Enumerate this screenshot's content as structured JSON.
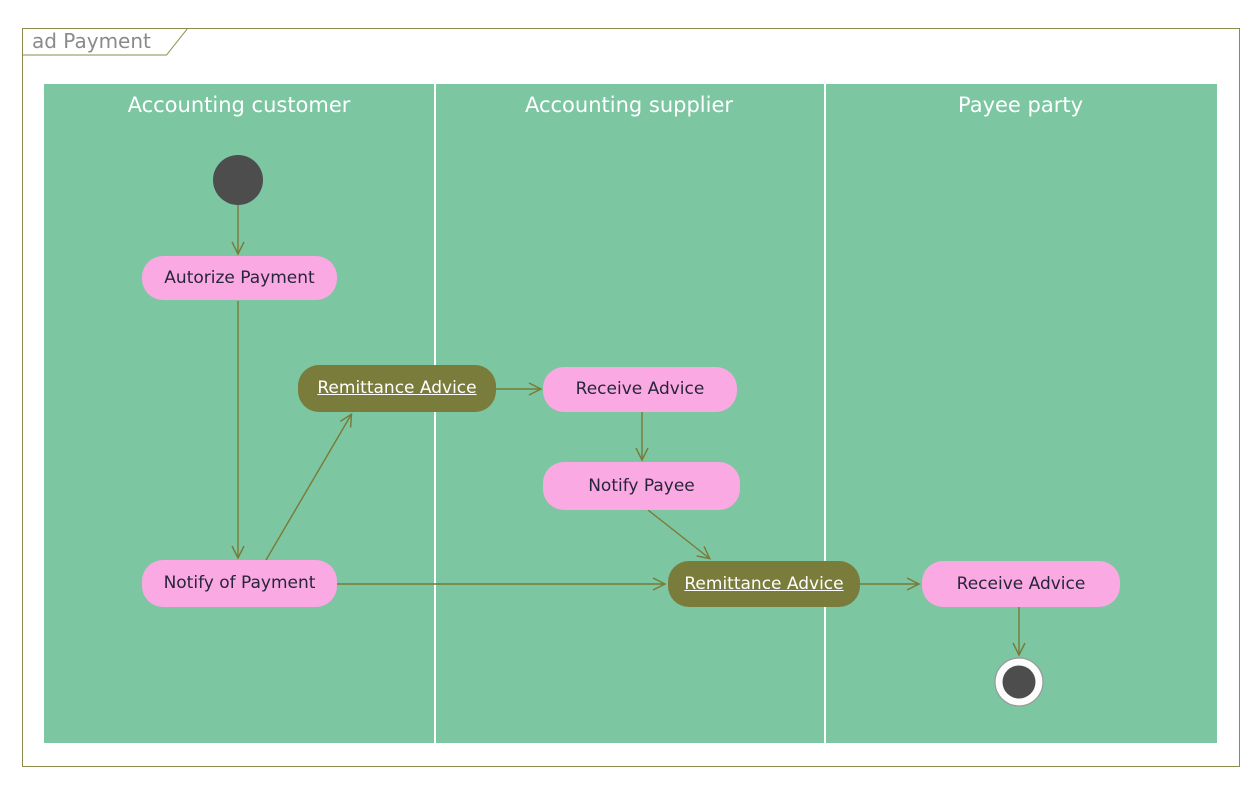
{
  "frame": {
    "title": "ad Payment"
  },
  "lanes": [
    {
      "label": "Accounting customer"
    },
    {
      "label": "Accounting supplier"
    },
    {
      "label": "Payee party"
    }
  ],
  "nodes": {
    "initial": {
      "type": "initial-node"
    },
    "autorize_payment": {
      "label": "Autorize Payment",
      "type": "action"
    },
    "remittance_advice_1": {
      "label": "Remittance Advice",
      "type": "object"
    },
    "receive_advice_supplier": {
      "label": "Receive Advice",
      "type": "action"
    },
    "notify_payee": {
      "label": "Notify Payee",
      "type": "action"
    },
    "notify_of_payment": {
      "label": "Notify of Payment",
      "type": "action"
    },
    "remittance_advice_2": {
      "label": "Remittance Advice",
      "type": "object"
    },
    "receive_advice_payee": {
      "label": "Receive Advice",
      "type": "action"
    },
    "final": {
      "type": "activity-final-node"
    }
  },
  "edges": [
    {
      "from": "initial",
      "to": "autorize_payment"
    },
    {
      "from": "autorize_payment",
      "to": "notify_of_payment"
    },
    {
      "from": "notify_of_payment",
      "to": "remittance_advice_1"
    },
    {
      "from": "remittance_advice_1",
      "to": "receive_advice_supplier"
    },
    {
      "from": "receive_advice_supplier",
      "to": "notify_payee"
    },
    {
      "from": "notify_payee",
      "to": "remittance_advice_2"
    },
    {
      "from": "notify_of_payment",
      "to": "remittance_advice_2"
    },
    {
      "from": "remittance_advice_2",
      "to": "receive_advice_payee"
    },
    {
      "from": "receive_advice_payee",
      "to": "final"
    }
  ],
  "colors": {
    "page_background": "#FFFFFF",
    "diagram_background": "#7CC6A2",
    "action_fill": "#FBA9E2",
    "object_fill": "#7A7C3C",
    "edge": "#7A7A35",
    "frame_border": "#8B8B4B",
    "frame_title_text": "#8A8A8A",
    "lane_header_text": "#FFFFFF",
    "action_text": "#26263A",
    "terminal_node_fill": "#4D4D4D",
    "lane_divider": "#FFFFFF"
  }
}
